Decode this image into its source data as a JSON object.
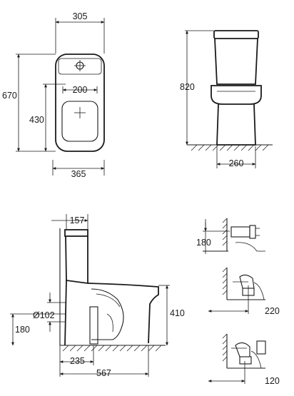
{
  "top_view": {
    "width": "305",
    "height": "670",
    "bowl_height": "430",
    "fixing_spacing": "200",
    "base_width": "365"
  },
  "front_view": {
    "height": "820",
    "base_width": "260"
  },
  "side_view": {
    "cistern_depth": "157",
    "outlet_diameter": "Ø102",
    "outlet_height": "180",
    "outlet_connection_height": "410",
    "outlet_distance": "235",
    "total_depth": "567"
  },
  "outlet_options": {
    "horizontal_height": "180",
    "vertical_distance_a": "220",
    "vertical_distance_b": "120"
  }
}
